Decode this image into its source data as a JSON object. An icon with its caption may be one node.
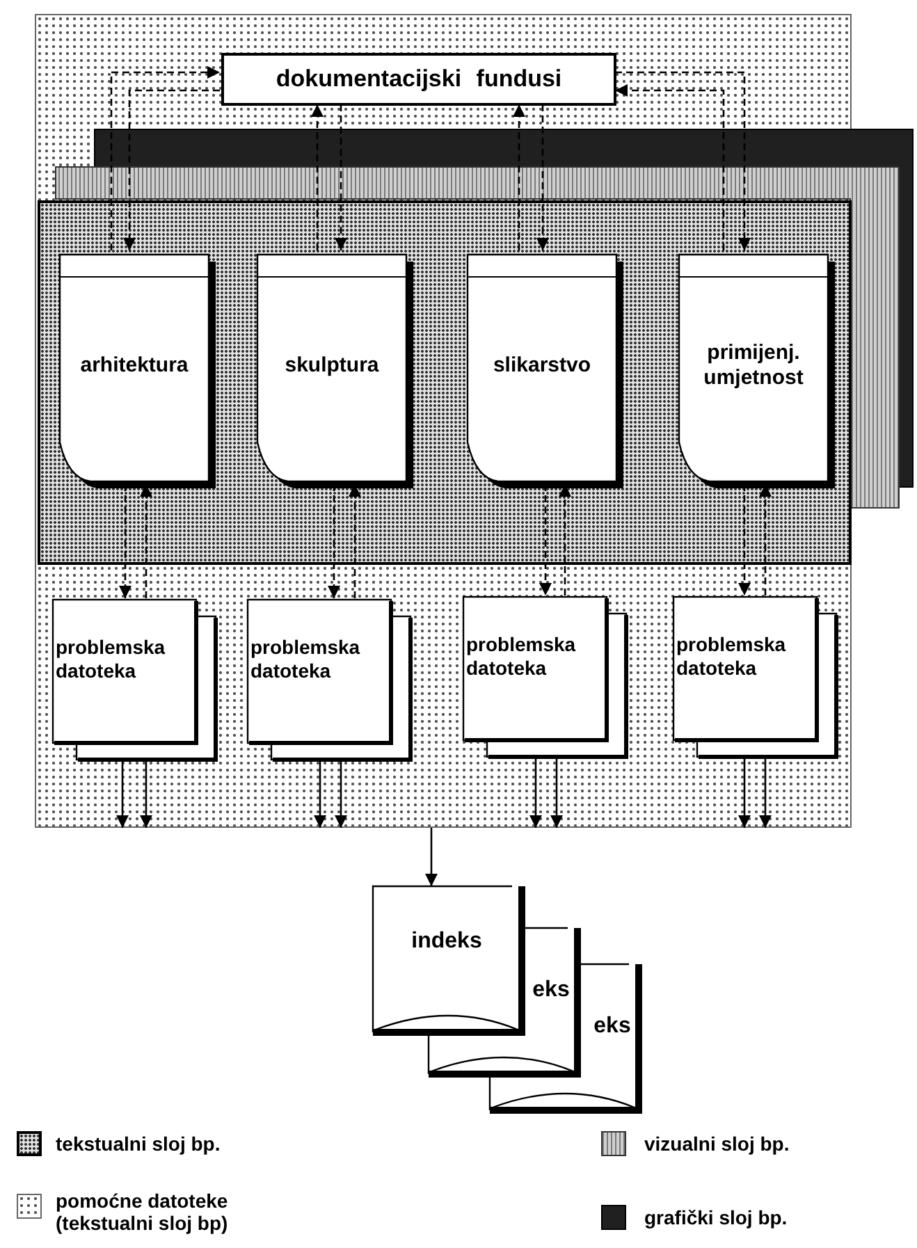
{
  "diagram": {
    "nodes": [
      {
        "text": [],
        "shape": "box"
      },
      {
        "text": [
          "dokumentacijski fundusi"
        ],
        "in": 0
      },
      {
        "text": [],
        "shape": "box",
        "in": 0
      },
      {
        "text": [
          "arhitektura"
        ],
        "in": 2
      },
      {
        "text": [
          "skulptura"
        ],
        "in": 2
      },
      {
        "text": [
          "slikarstvo"
        ],
        "in": 2
      },
      {
        "text": [
          "primijenj. umjetnost"
        ],
        "in": 2
      },
      {
        "text": [
          "problemska datoteka"
        ],
        "in": 0
      },
      {
        "text": [
          "problemska datoteka"
        ],
        "in": 0
      },
      {
        "text": [
          "problemska datoteka"
        ],
        "in": 0
      },
      {
        "text": [
          "problemska datoteka"
        ],
        "in": 0
      },
      {
        "text": [
          "indeks"
        ]
      },
      {
        "text": [
          "eks"
        ]
      },
      {
        "text": [
          "eks"
        ]
      }
    ],
    "edges": [
      {
        "from": 3,
        "to": 1,
        "arrow": "to",
        "style": "dashed"
      },
      {
        "from": 1,
        "to": 3,
        "arrow": "to",
        "style": "dashed"
      },
      {
        "from": 4,
        "to": 1,
        "arrow": "to",
        "style": "dashed"
      },
      {
        "from": 1,
        "to": 4,
        "arrow": "to",
        "style": "dashed"
      },
      {
        "from": 5,
        "to": 1,
        "arrow": "to",
        "style": "dashed"
      },
      {
        "from": 1,
        "to": 5,
        "arrow": "to",
        "style": "dashed"
      },
      {
        "from": 1,
        "to": 6,
        "arrow": "to",
        "style": "dashed"
      },
      {
        "from": 6,
        "to": 1,
        "arrow": "to",
        "style": "dashed"
      },
      {
        "from": 3,
        "to": 7,
        "arrow": "to",
        "style": "dashed"
      },
      {
        "from": 7,
        "to": 3,
        "arrow": "to",
        "style": "dashed"
      },
      {
        "from": 4,
        "to": 8,
        "arrow": "to",
        "style": "dashed"
      },
      {
        "from": 8,
        "to": 4,
        "arrow": "to",
        "style": "dashed"
      },
      {
        "from": 5,
        "to": 9,
        "arrow": "to",
        "style": "dashed"
      },
      {
        "from": 9,
        "to": 5,
        "arrow": "to",
        "style": "dashed"
      },
      {
        "from": 6,
        "to": 10,
        "arrow": "to",
        "style": "dashed"
      },
      {
        "from": 10,
        "to": 6,
        "arrow": "to",
        "style": "dashed"
      },
      {
        "from": 7,
        "to": 0,
        "arrow": "to"
      },
      {
        "from": 7,
        "to": 0,
        "arrow": "to"
      },
      {
        "from": 8,
        "to": 0,
        "arrow": "to"
      },
      {
        "from": 8,
        "to": 0,
        "arrow": "to"
      },
      {
        "from": 9,
        "to": 0,
        "arrow": "to"
      },
      {
        "from": 9,
        "to": 0,
        "arrow": "to"
      },
      {
        "from": 10,
        "to": 0,
        "arrow": "to"
      },
      {
        "from": 10,
        "to": 0,
        "arrow": "to"
      },
      {
        "from": 0,
        "to": 11,
        "arrow": "to"
      }
    ],
    "legend": [
      {
        "text": "tekstualni sloj bp."
      },
      {
        "text": "vizualni sloj bp."
      },
      {
        "text": "pomoćne datoteke (tekstualni sloj bp)"
      },
      {
        "text": "grafički sloj bp."
      }
    ]
  }
}
